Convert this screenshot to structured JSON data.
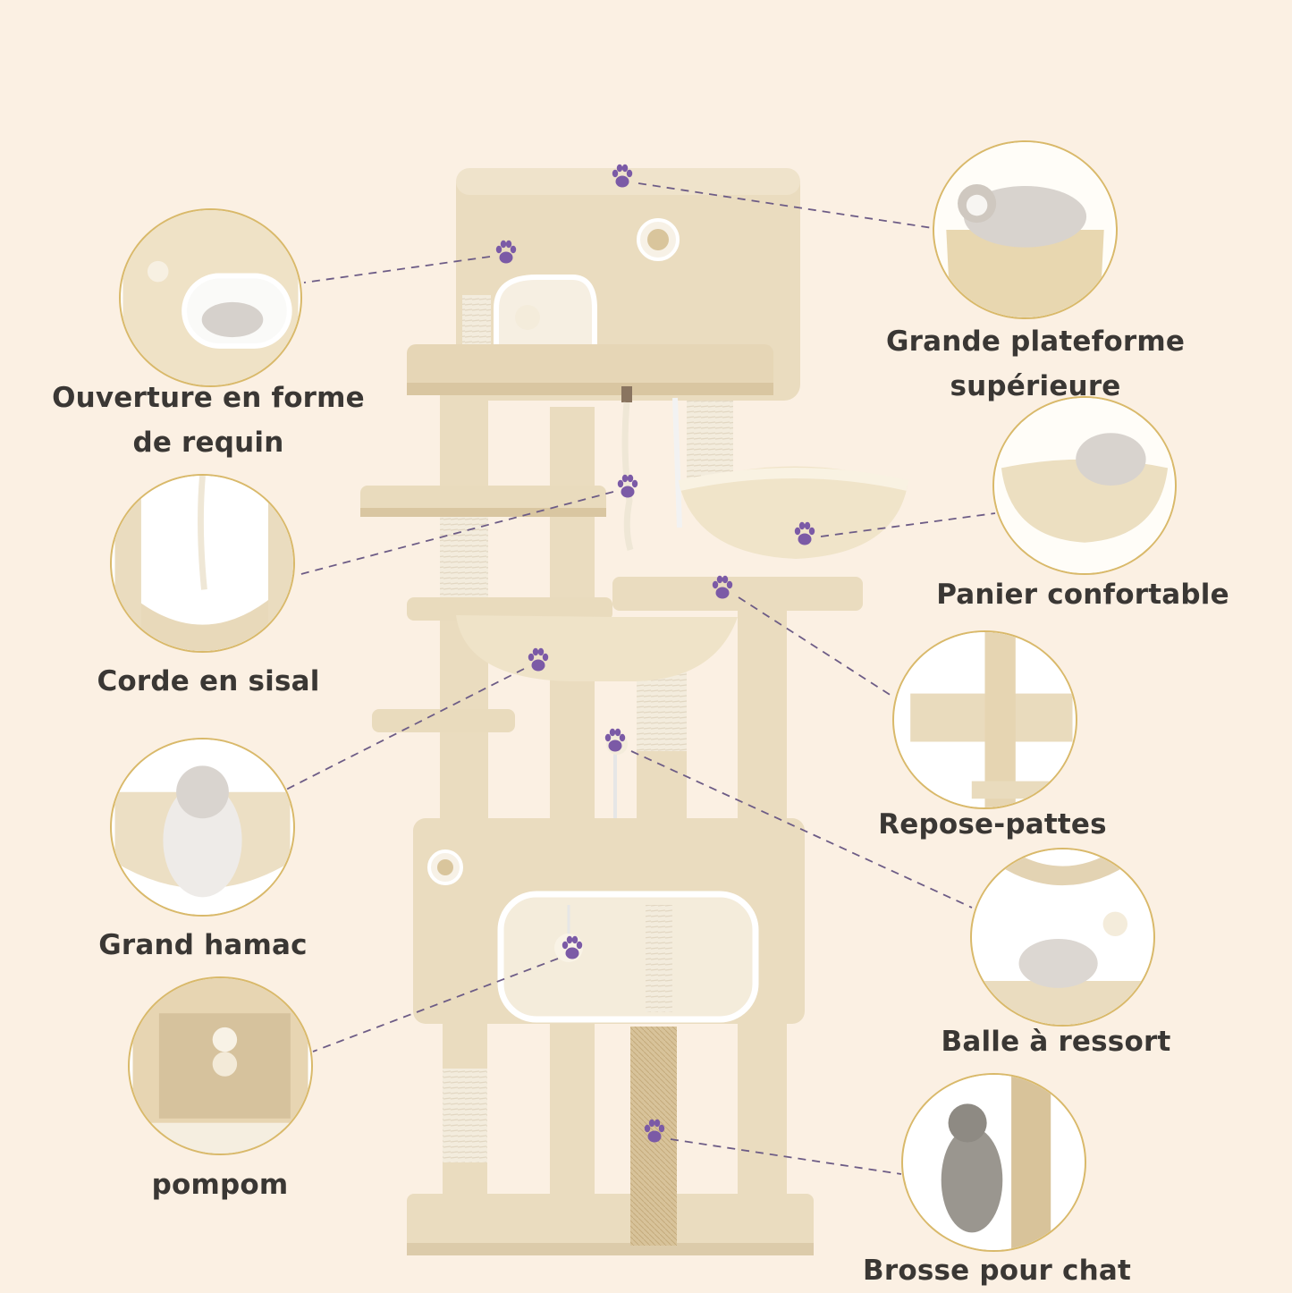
{
  "accent_color": "#7b5aa6",
  "circle_border_color": "#d9b96a",
  "plush_color": "#eadcbf",
  "sisal_color": "#f2ebdc",
  "background_color": "#fbf0e3",
  "icon": "paw-icon",
  "features": [
    {
      "id": "top",
      "label_lines": [
        "Grande plateforme supérieure"
      ]
    },
    {
      "id": "shark",
      "label_lines": [
        "Ouverture en forme",
        "de requin"
      ]
    },
    {
      "id": "basket",
      "label_lines": [
        "Panier confortable"
      ]
    },
    {
      "id": "rope",
      "label_lines": [
        "Corde en sisal"
      ]
    },
    {
      "id": "footrest",
      "label_lines": [
        "Repose-pattes"
      ]
    },
    {
      "id": "hammock",
      "label_lines": [
        "Grand hamac"
      ]
    },
    {
      "id": "spring",
      "label_lines": [
        "Balle à ressort"
      ]
    },
    {
      "id": "pompom",
      "label_lines": [
        "pompom"
      ]
    },
    {
      "id": "brush",
      "label_lines": [
        "Brosse pour chat"
      ]
    }
  ]
}
